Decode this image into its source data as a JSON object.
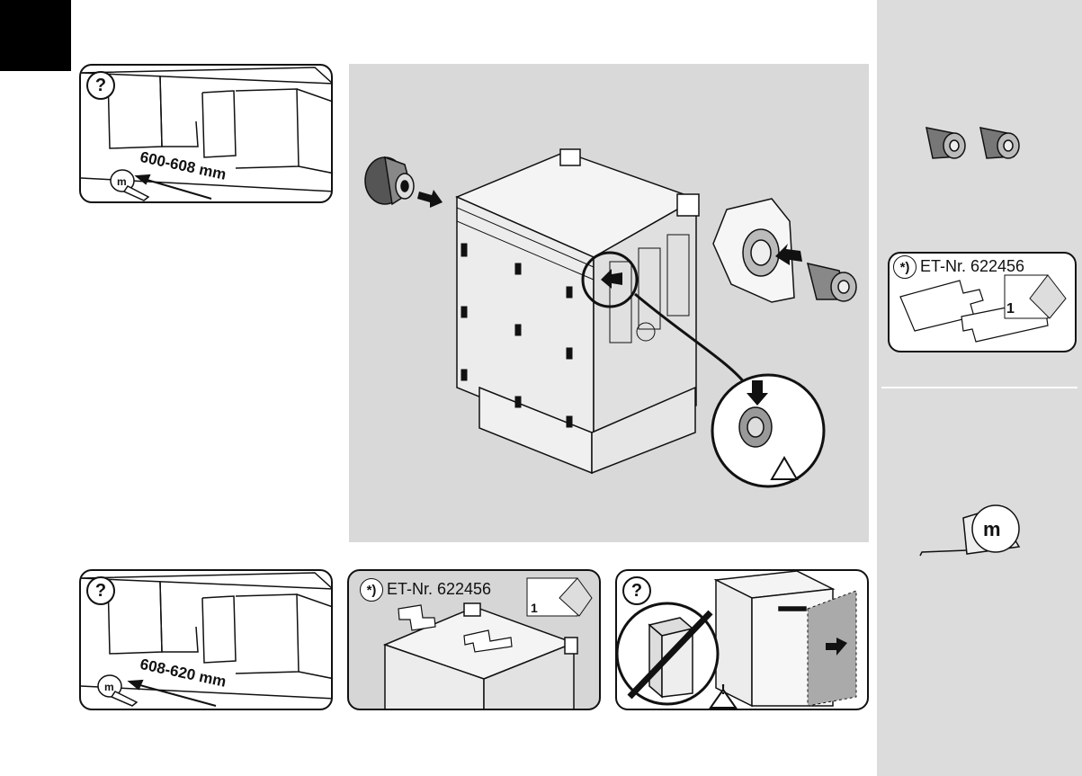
{
  "top_left_panel": {
    "help_icon": "question-mark-icon",
    "measurement": "600-608 mm"
  },
  "sidebar": {
    "parts_label": "ET-Nr. 622456",
    "tape_symbol": "m"
  },
  "bottom_left_panel": {
    "help_icon": "question-mark-icon",
    "measurement": "608-620 mm"
  },
  "bottom_middle_panel": {
    "parts_label": "ET-Nr. 622456",
    "manual_page": "1"
  },
  "bottom_right_panel": {
    "help_icon": "question-mark-icon"
  },
  "glyphs": {
    "help": "?",
    "asterisk": "*)",
    "warning": "!"
  },
  "colors": {
    "black": "#000000",
    "sidebar_gray": "#dcdcdc",
    "panel_gray": "#d6d6d6"
  }
}
